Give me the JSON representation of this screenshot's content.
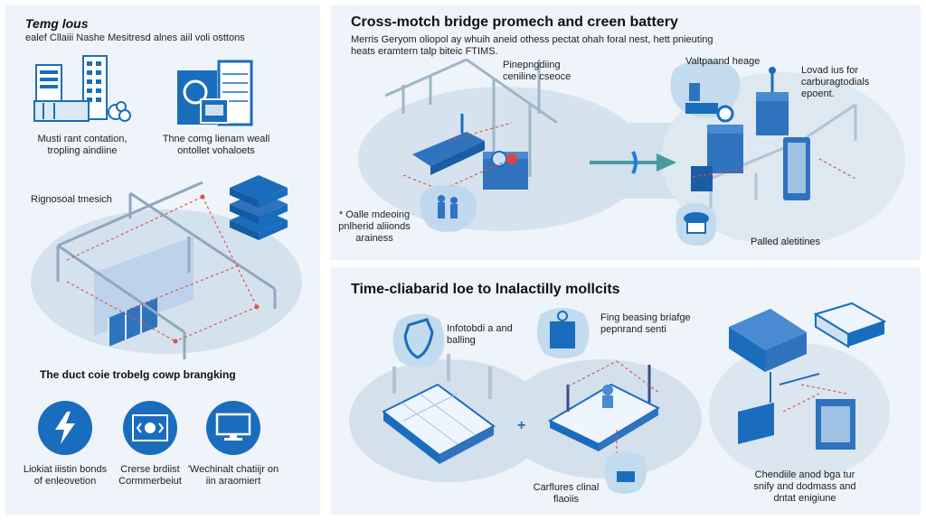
{
  "left_panel": {
    "title": "Temg lous",
    "subtitle": "ealef Cllaiii Nashe Mesitresd alnes aiil voli osttons",
    "feature_1": {
      "label": "Musti rant contation, tropling aindiine",
      "icon": "server-cluster-icon"
    },
    "feature_2": {
      "label": "Thne comg lienam weall ontollet vohaloets",
      "icon": "secure-server-icon"
    },
    "diagram_label": "Rignosoal tmesich",
    "section_title": "The duct coie trobelg cowp brangking",
    "items": [
      {
        "label": "Liokiat iiistin bonds of enleovetion",
        "icon": "lightning-bolt-icon"
      },
      {
        "label": "Crerse brdiist Cormmerbeiut",
        "icon": "code-window-icon"
      },
      {
        "label": "'Wechinalt chatiijr on iin araomiert",
        "icon": "monitor-icon"
      }
    ]
  },
  "top_right_panel": {
    "title": "Cross-motch bridge promech and creen battery",
    "description": "Merris Geryom oliopol ay whuih aneid othess pectat ohah foral nest, hett pnieuting heats eramtern talp biteic FTIMS.",
    "callouts": {
      "top_left": "Pinepngdiing ceniline cseoce",
      "bottom_left": "* Oalle mdeoing pnlherid aliionds arainess",
      "top_middle": "Valtpaand heage",
      "top_right": "Lovad ius for carburagtodials epoent.",
      "bottom_right": "Palled aletitines"
    },
    "flow_arrow": "arrow-right-icon"
  },
  "bottom_right_panel": {
    "title": "Time-cliabarid loe to lnalactilly mollcits",
    "callouts": {
      "shield": "Infotobdi a and balling",
      "box": "Fing beasing briafge pepnrand senti",
      "bottom_middle": "Carflures clinal flaoiis",
      "right": "Chendiile anod bga tur snify and dodmass and dntat enigiune"
    },
    "join_symbol": "+"
  },
  "colors": {
    "primary_blue": "#1a6dbd",
    "light_blue": "#cfe1f1",
    "panel_bg": "#eef4f9",
    "ellipse": "#d8e4ee",
    "arrow_teal": "#4a9aa0",
    "dash_red": "#d9534f"
  }
}
